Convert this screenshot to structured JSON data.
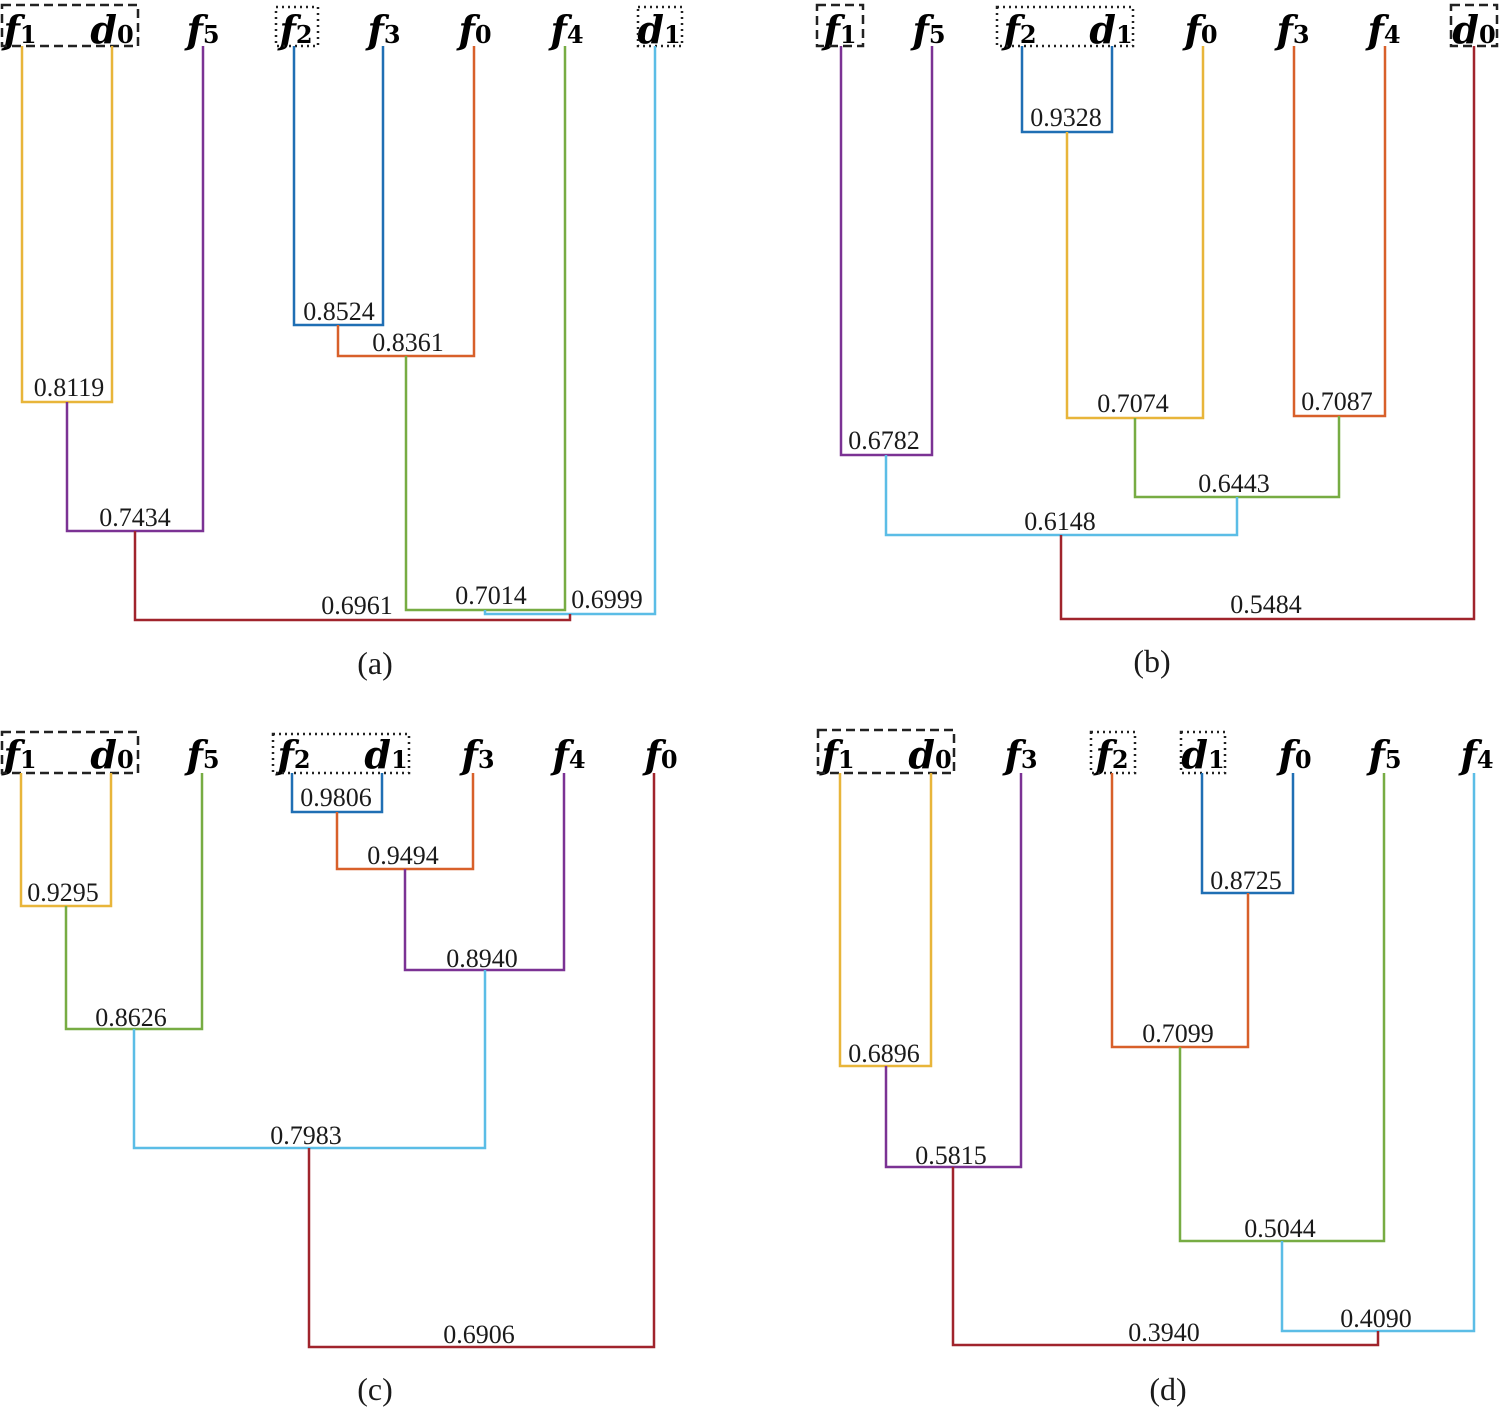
{
  "colors": {
    "yellow": "#e8b53a",
    "purple": "#7b3294",
    "blue": "#1f6fb4",
    "orange": "#d8602a",
    "green": "#77ac43",
    "cyan": "#5bbde6",
    "darkred": "#a0242c",
    "text": "#1a1a1a"
  },
  "panels": [
    {
      "caption": "(a)",
      "leaves": [
        {
          "base": "f",
          "sub": "1"
        },
        {
          "base": "d",
          "sub": "0"
        },
        {
          "base": "f",
          "sub": "5"
        },
        {
          "base": "f",
          "sub": "2"
        },
        {
          "base": "f",
          "sub": "3"
        },
        {
          "base": "f",
          "sub": "0"
        },
        {
          "base": "f",
          "sub": "4"
        },
        {
          "base": "d",
          "sub": "1"
        }
      ],
      "boxes": [
        {
          "style": "dashed",
          "leaves": [
            "f1",
            "d0"
          ]
        },
        {
          "style": "dotted",
          "leaves": [
            "f2"
          ]
        },
        {
          "style": "dotted",
          "leaves": [
            "d1"
          ]
        }
      ],
      "merges": [
        {
          "label": "0.8524",
          "color": "blue"
        },
        {
          "label": "0.8361",
          "color": "orange"
        },
        {
          "label": "0.8119",
          "color": "yellow"
        },
        {
          "label": "0.7434",
          "color": "purple"
        },
        {
          "label": "0.7014",
          "color": "green"
        },
        {
          "label": "0.6999",
          "color": "cyan"
        },
        {
          "label": "0.6961",
          "color": "darkred"
        }
      ]
    },
    {
      "caption": "(b)",
      "leaves": [
        {
          "base": "f",
          "sub": "1"
        },
        {
          "base": "f",
          "sub": "5"
        },
        {
          "base": "f",
          "sub": "2"
        },
        {
          "base": "d",
          "sub": "1"
        },
        {
          "base": "f",
          "sub": "0"
        },
        {
          "base": "f",
          "sub": "3"
        },
        {
          "base": "f",
          "sub": "4"
        },
        {
          "base": "d",
          "sub": "0"
        }
      ],
      "boxes": [
        {
          "style": "dashed",
          "leaves": [
            "f1"
          ]
        },
        {
          "style": "dotted",
          "leaves": [
            "f2",
            "d1"
          ]
        },
        {
          "style": "dashed",
          "leaves": [
            "d0"
          ]
        }
      ],
      "merges": [
        {
          "label": "0.9328",
          "color": "blue"
        },
        {
          "label": "0.7087",
          "color": "orange"
        },
        {
          "label": "0.7074",
          "color": "yellow"
        },
        {
          "label": "0.6782",
          "color": "purple"
        },
        {
          "label": "0.6443",
          "color": "green"
        },
        {
          "label": "0.6148",
          "color": "cyan"
        },
        {
          "label": "0.5484",
          "color": "darkred"
        }
      ]
    },
    {
      "caption": "(c)",
      "leaves": [
        {
          "base": "f",
          "sub": "1"
        },
        {
          "base": "d",
          "sub": "0"
        },
        {
          "base": "f",
          "sub": "5"
        },
        {
          "base": "f",
          "sub": "2"
        },
        {
          "base": "d",
          "sub": "1"
        },
        {
          "base": "f",
          "sub": "3"
        },
        {
          "base": "f",
          "sub": "4"
        },
        {
          "base": "f",
          "sub": "0"
        }
      ],
      "boxes": [
        {
          "style": "dashed",
          "leaves": [
            "f1",
            "d0"
          ]
        },
        {
          "style": "dotted",
          "leaves": [
            "f2",
            "d1"
          ]
        }
      ],
      "merges": [
        {
          "label": "0.9806",
          "color": "blue"
        },
        {
          "label": "0.9494",
          "color": "orange"
        },
        {
          "label": "0.9295",
          "color": "yellow"
        },
        {
          "label": "0.8940",
          "color": "purple"
        },
        {
          "label": "0.8626",
          "color": "green"
        },
        {
          "label": "0.7983",
          "color": "cyan"
        },
        {
          "label": "0.6906",
          "color": "darkred"
        }
      ]
    },
    {
      "caption": "(d)",
      "leaves": [
        {
          "base": "f",
          "sub": "1"
        },
        {
          "base": "d",
          "sub": "0"
        },
        {
          "base": "f",
          "sub": "3"
        },
        {
          "base": "f",
          "sub": "2"
        },
        {
          "base": "d",
          "sub": "1"
        },
        {
          "base": "f",
          "sub": "0"
        },
        {
          "base": "f",
          "sub": "5"
        },
        {
          "base": "f",
          "sub": "4"
        }
      ],
      "boxes": [
        {
          "style": "dashed",
          "leaves": [
            "f1",
            "d0"
          ]
        },
        {
          "style": "dotted",
          "leaves": [
            "f2"
          ]
        },
        {
          "style": "dotted",
          "leaves": [
            "d1"
          ]
        }
      ],
      "merges": [
        {
          "label": "0.8725",
          "color": "blue"
        },
        {
          "label": "0.7099",
          "color": "orange"
        },
        {
          "label": "0.6896",
          "color": "yellow"
        },
        {
          "label": "0.5815",
          "color": "purple"
        },
        {
          "label": "0.5044",
          "color": "green"
        },
        {
          "label": "0.4090",
          "color": "cyan"
        },
        {
          "label": "0.3940",
          "color": "darkred"
        }
      ]
    }
  ]
}
